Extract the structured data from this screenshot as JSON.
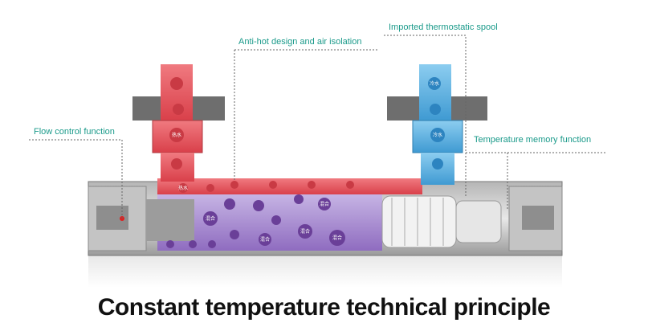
{
  "labels": {
    "anti_hot": "Anti-hot design and air isolation",
    "spool": "Imported thermostatic spool",
    "flow": "Flow control function",
    "memory": "Temperature memory function"
  },
  "title": "Constant temperature technical principle",
  "marks": {
    "mix": "混合",
    "hot": "热水",
    "cold": "冷水"
  },
  "colors": {
    "hot": "#e8505a",
    "cold": "#5ab0e0",
    "mix": "#9a6fc0",
    "body": "#8a8a8a",
    "label": "#1a9a8a"
  }
}
